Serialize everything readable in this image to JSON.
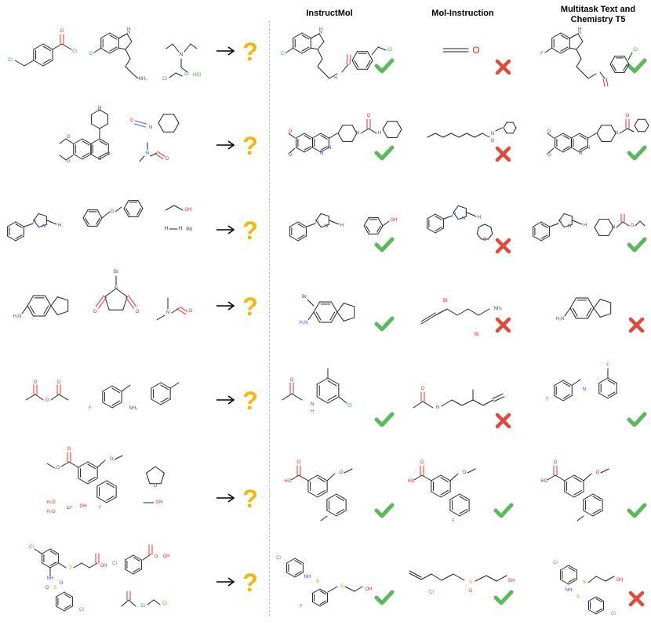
{
  "headers": [
    {
      "label": "InstructMol"
    },
    {
      "label": "Mol-Instruction"
    },
    {
      "label": "Multitask Text and Chemistry T5"
    }
  ],
  "question_mark": "?",
  "colors": {
    "check": "#5cb85c",
    "cross": "#e04a3b",
    "question": "#f2b705",
    "oxygen": "#e8302a",
    "nitrogen": "#2d4fd8",
    "halogen": "#25b030",
    "bond": "#222222"
  },
  "rows": [
    {
      "reactants": [
        "4-(chloromethyl)benzoyl chloride",
        "5-chlorotryptamine",
        "triethylamine",
        "dichloromethane",
        "HCl"
      ],
      "reactant_labels": {
        "hcl": "HCl",
        "cl": "Cl",
        "nh2": "NH₂",
        "n": "N",
        "o": "O",
        "nh": "H"
      },
      "results": [
        "check",
        "cross",
        "check"
      ],
      "mol_instruction_label": "O"
    },
    {
      "reactants": [
        "piperidinyl-dimethoxyquinazoline",
        "cyclohexyl isocyanate",
        "DMF"
      ],
      "results": [
        "check",
        "cross",
        "check"
      ]
    },
    {
      "reactants": [
        "pyrazoline benzyloxy aniline",
        "ethanol",
        "H₂",
        "Pd"
      ],
      "reactant_labels": {
        "pd": "Pd",
        "oh": "OH",
        "h": "H"
      },
      "results": [
        "check",
        "cross",
        "check"
      ]
    },
    {
      "reactants": [
        "5-aminoindane",
        "N-bromosuccinimide",
        "DMF"
      ],
      "reactant_labels": {
        "br": "Br",
        "h2n": "H₂N",
        "n": "N",
        "o": "O"
      },
      "instructmol_labels": {
        "br": "Br",
        "h2n": "H₂N"
      },
      "mol_instruction_labels": {
        "br": "Br",
        "nh2": "NH₂"
      },
      "results": [
        "check",
        "cross",
        "cross"
      ]
    },
    {
      "reactants": [
        "acetic anhydride",
        "5-fluoro-2-methylaniline",
        "toluene"
      ],
      "reactant_labels": {
        "nh2": "NH₂",
        "f": "F",
        "o": "O"
      },
      "results": [
        "check",
        "cross",
        "check"
      ]
    },
    {
      "reactants": [
        "biphenyl methyl ester",
        "THF",
        "methanol",
        "H₂O",
        "LiOH"
      ],
      "reactant_labels": {
        "h2o": "H₂O",
        "li": "Li⁺",
        "oh": "OH"
      },
      "results": [
        "check",
        "check",
        "check"
      ]
    },
    {
      "reactants": [
        "aryl thioether acid",
        "m-CPBA",
        "acetone",
        "dichloromethane"
      ],
      "reactant_labels": {
        "cl": "Cl",
        "oh": "OH",
        "o": "O",
        "s": "S",
        "nh": "NH"
      },
      "results": [
        "check",
        "check",
        "cross"
      ]
    }
  ]
}
